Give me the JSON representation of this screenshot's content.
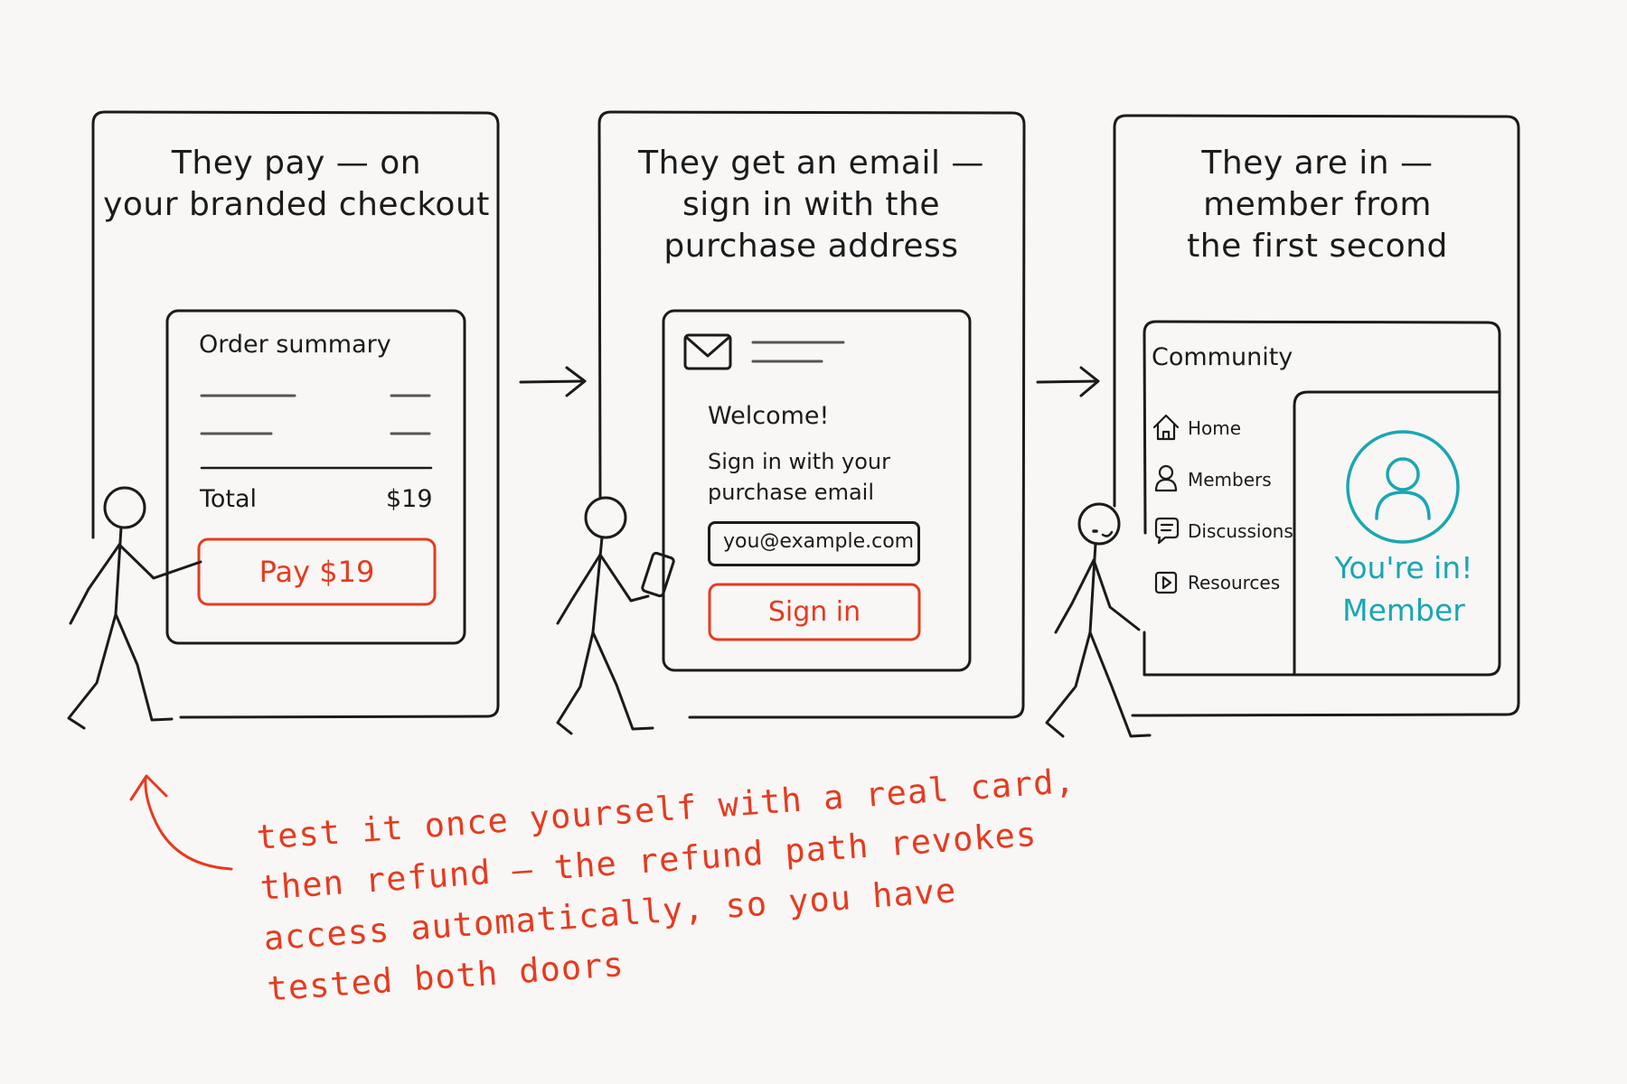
{
  "panels": [
    {
      "title": "They pay — on\nyour branded checkout",
      "card": {
        "heading": "Order summary",
        "total_label": "Total",
        "total_value": "$19",
        "button_label": "Pay $19"
      }
    },
    {
      "title": "They get an email —\nsign in with the\npurchase address",
      "card": {
        "heading": "Welcome!",
        "text": "Sign in with your\npurchase email",
        "email_value": "you@example.com",
        "button_label": "Sign in"
      }
    },
    {
      "title": "They are in —\nmember from\nthe first second",
      "card": {
        "heading": "Community",
        "nav": [
          {
            "label": "Home",
            "icon": "home-icon"
          },
          {
            "label": "Members",
            "icon": "user-icon"
          },
          {
            "label": "Discussions",
            "icon": "chat-icon"
          },
          {
            "label": "Resources",
            "icon": "play-icon"
          }
        ],
        "status_line1": "You're in!",
        "status_line2": "Member"
      }
    }
  ],
  "note": "test it once yourself with a real card,\nthen refund – the refund path revokes\naccess automatically, so you have\ntested both doors",
  "colors": {
    "accent_red": "#e53b20",
    "accent_teal": "#1aa6b3",
    "ink": "#1b1b1b",
    "background": "#f8f7f5"
  }
}
